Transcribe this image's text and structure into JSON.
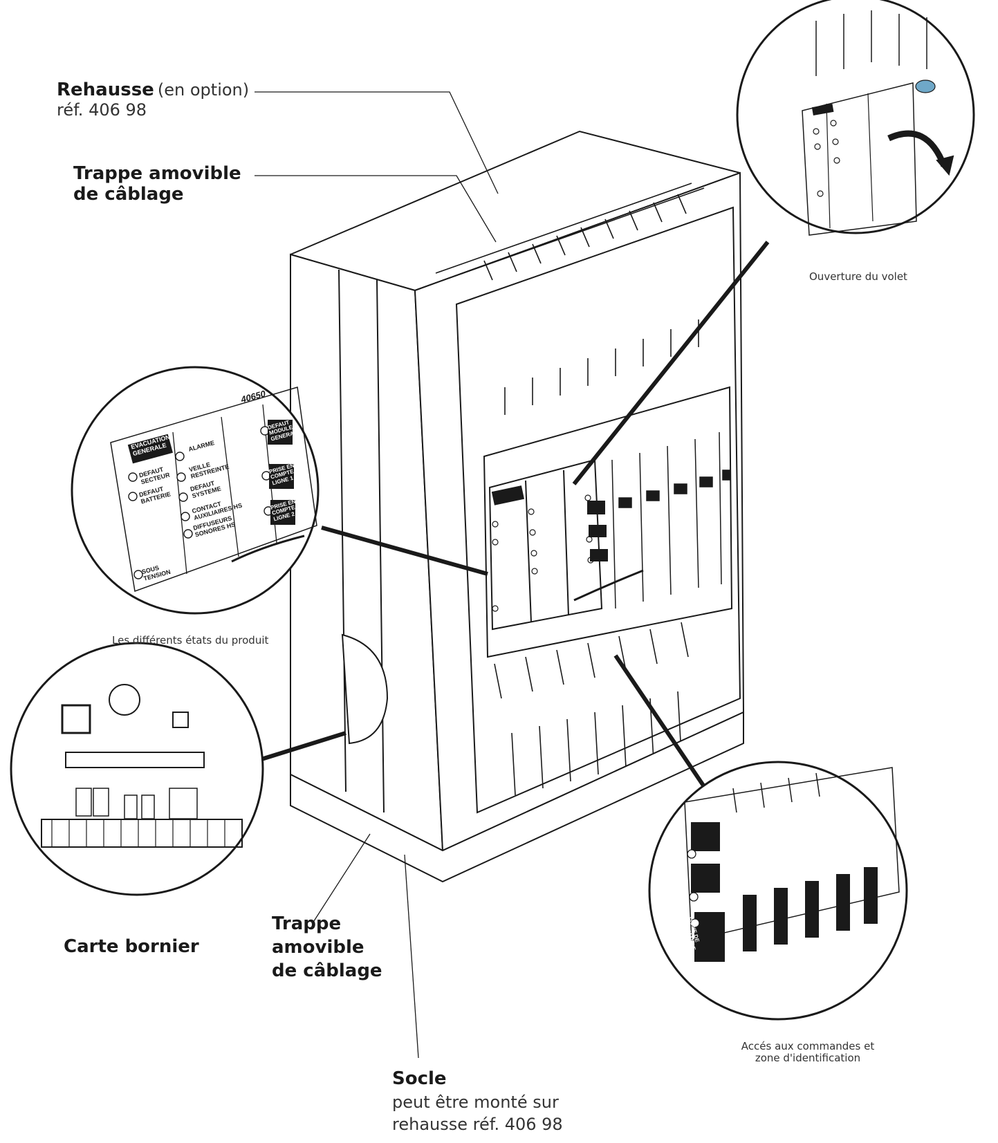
{
  "callouts": {
    "rehausse": {
      "title": "Rehausse",
      "note": "(en option)",
      "ref": "réf. 406 98"
    },
    "trappe_top": {
      "line1": "Trappe amovible",
      "line2": "de câblage"
    },
    "carte_bornier": {
      "title": "Carte bornier"
    },
    "trappe_bottom": {
      "line1": "Trappe",
      "line2": "amovible",
      "line3": "de câblage"
    },
    "socle": {
      "title": "Socle",
      "line1": "peut être monté sur",
      "line2": "rehausse réf. 406 98"
    }
  },
  "captions": {
    "volet": "Ouverture du volet",
    "etats": "Les différents états du produit",
    "acces_line1": "Accés aux commandes et",
    "acces_line2": "zone d'identification"
  },
  "panel_labels": {
    "model": "40650",
    "evacuation_1": "EVACUATION",
    "evacuation_2": "GENERALE",
    "defaut_secteur_1": "DEFAUT",
    "defaut_secteur_2": "SECTEUR",
    "defaut_batterie_1": "DEFAUT",
    "defaut_batterie_2": "BATTERIE",
    "sous_tension_1": "SOUS",
    "sous_tension_2": "TENSION",
    "alarme": "ALARME",
    "veille_1": "VEILLE",
    "veille_2": "RESTREINTE",
    "defaut_systeme_1": "DEFAUT",
    "defaut_systeme_2": "SYSTEME",
    "contact_1": "CONTACT",
    "contact_2": "AUXILIAIRES HS",
    "diffuseurs_1": "DIFFUSEURS",
    "diffuseurs_2": "SONORES HS",
    "defaut_module_1": "DEFAUT",
    "defaut_module_2": "MODULE",
    "defaut_module_3": "GENERAL",
    "prise1_1": "PRISE EN",
    "prise1_2": "COMPTE",
    "prise1_3": "LIGNE 1",
    "prise2_1": "PRISE EN",
    "prise2_2": "COMPTE",
    "prise2_3": "LIGNE 2",
    "ligne_commande_1": "LIGNE DE",
    "ligne_commande_2": "COMMANDE"
  }
}
